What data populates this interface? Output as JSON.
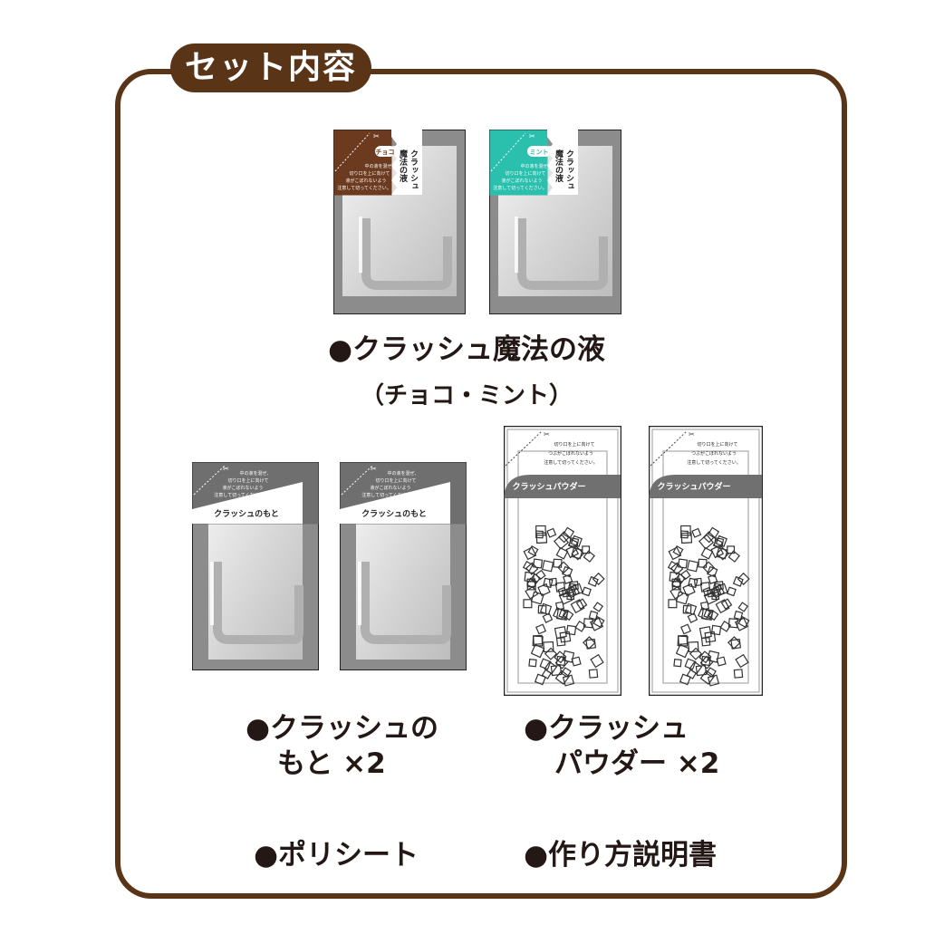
{
  "title": "セット内容",
  "items": {
    "magic_liquid": {
      "label": "●クラッシュ魔法の液",
      "sub": "（チョコ・ミント）",
      "packs": [
        {
          "tag": "チョコ",
          "name_line1": "クラッシュ",
          "name_line2": "魔法の液",
          "color": "#6b3a1f",
          "instr1": "中の液を混ぜ、",
          "instr2": "切り口を上に向けて",
          "instr3": "液がこぼれないよう",
          "instr4": "注意して切ってください。"
        },
        {
          "tag": "ミント",
          "name_line1": "クラッシュ",
          "name_line2": "魔法の液",
          "color": "#2bbfae",
          "instr1": "中の液を混ぜ、",
          "instr2": "切り口を上に向けて",
          "instr3": "液がこぼれないよう",
          "instr4": "注意して切ってください。"
        }
      ]
    },
    "base": {
      "label_line1": "●クラッシュの",
      "label_line2": "もと ×2",
      "pack_name": "クラッシュのもと",
      "instr1": "中の液を混ぜ、",
      "instr2": "切り口を上に向けて",
      "instr3": "液がこぼれないよう",
      "instr4": "注意して切ってください。"
    },
    "powder": {
      "label_line1": "●クラッシュ",
      "label_line2": "パウダー ×2",
      "pack_name": "クラッシュパウダー",
      "instr1": "切り口を上に向けて",
      "instr2": "つぶがこぼれないよう",
      "instr3": "注意して切ってください。"
    },
    "poly_sheet": {
      "label": "●ポリシート"
    },
    "manual": {
      "label": "●作り方説明書"
    }
  },
  "icons": [
    "scissors-icon"
  ],
  "colors": {
    "frame": "#5a3417",
    "choco": "#6b3a1f",
    "mint": "#2bbfae",
    "pack_gray": "#8a8a8a"
  }
}
